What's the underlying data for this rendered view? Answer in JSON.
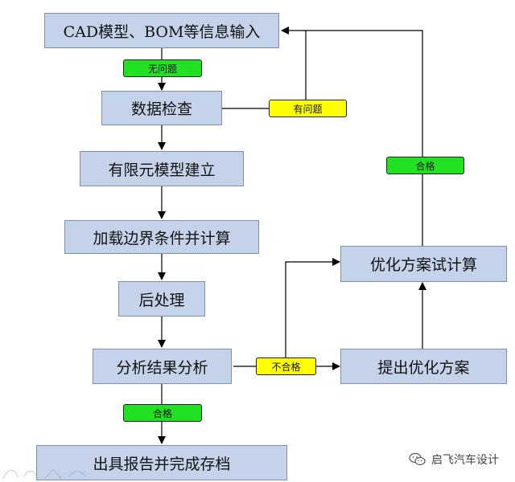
{
  "nodes": {
    "input": "CAD模型、BOM等信息输入",
    "check": "数据检查",
    "fem": "有限元模型建立",
    "load": "加载边界条件并计算",
    "post": "后处理",
    "analysis": "分析结果分析",
    "report": "出具报告并完成存档",
    "calc": "优化方案试计算",
    "propose": "提出优化方案"
  },
  "tags": {
    "no_problem": "无问题",
    "has_problem": "有问题",
    "pass_top": "合格",
    "pass_bottom": "合格",
    "fail": "不合格"
  },
  "colors": {
    "box_fill": "#c5d3ea",
    "box_border": "#7f8fb0",
    "tag_green": "#22e022",
    "tag_yellow": "#ffff00"
  },
  "watermark": {
    "text": "启飞汽车设计",
    "icon": "wechat-logo-icon"
  }
}
